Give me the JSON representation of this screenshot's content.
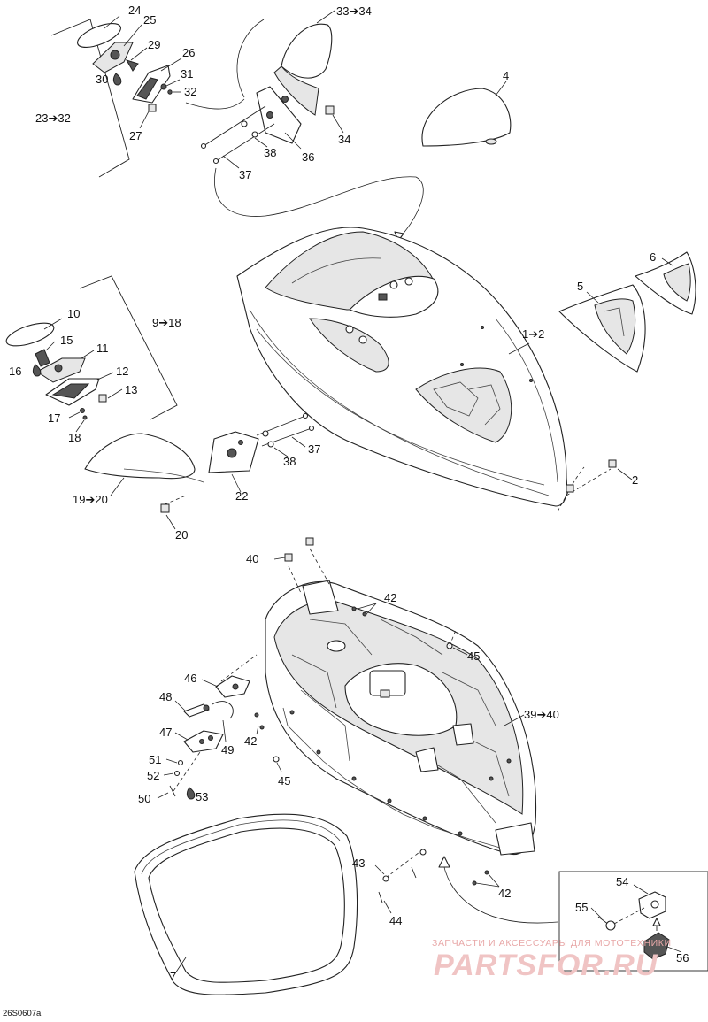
{
  "drawing_code": "26S0607a",
  "watermark": {
    "caption": "ЗАПЧАСТИ И АКСЕССУАРЫ ДЛЯ МОТОТЕХНИКИ",
    "logo": "PARTSFOR.RU"
  },
  "callouts": {
    "c1": "1➔2",
    "c2": "2",
    "c4": "4",
    "c5": "5",
    "c6": "6",
    "c7": "7",
    "c9": "9➔18",
    "c10": "10",
    "c11": "11",
    "c12": "12",
    "c13": "13",
    "c15": "15",
    "c16": "16",
    "c17": "17",
    "c18": "18",
    "c19": "19➔20",
    "c20": "20",
    "c22": "22",
    "c23": "23➔32",
    "c24": "24",
    "c25": "25",
    "c26": "26",
    "c27": "27",
    "c29": "29",
    "c30": "30",
    "c31": "31",
    "c32": "32",
    "c33": "33➔34",
    "c34": "34",
    "c36": "36",
    "c37a": "37",
    "c37b": "37",
    "c38a": "38",
    "c38b": "38",
    "c39": "39➔40",
    "c40": "40",
    "c42a": "42",
    "c42b": "42",
    "c42c": "42",
    "c43": "43",
    "c44": "44",
    "c45a": "45",
    "c45b": "45",
    "c46": "46",
    "c47": "47",
    "c48": "48",
    "c49": "49",
    "c50": "50",
    "c51": "51",
    "c52": "52",
    "c53": "53",
    "c54": "54",
    "c55": "55",
    "c56": "56"
  }
}
